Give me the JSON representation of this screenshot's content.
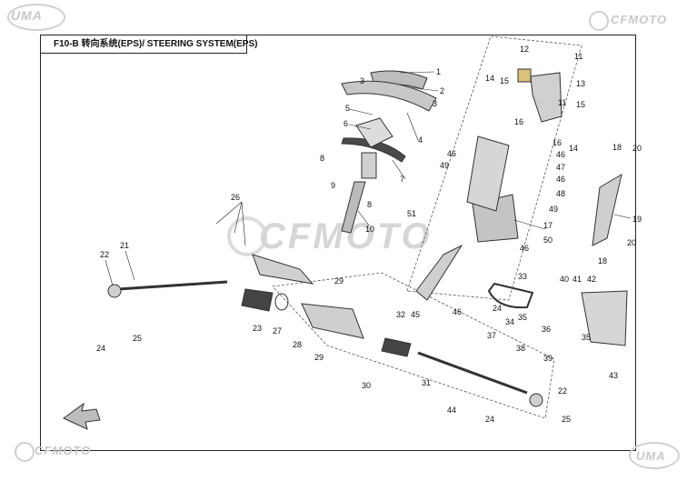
{
  "header": {
    "title": "F10-B 转向系统(EPS)/ STEERING SYSTEM(EPS)"
  },
  "branding": {
    "top_left": "UMA",
    "top_right": "CFMOTO",
    "bottom_left": "CFMOTO",
    "bottom_right": "UMA",
    "watermark": "CFMOTO"
  },
  "callouts": {
    "n1": "1",
    "n2": "2",
    "n3a": "3",
    "n3b": "3",
    "n4": "4",
    "n5": "5",
    "n6": "6",
    "n7": "7",
    "n8a": "8",
    "n8b": "8",
    "n9": "9",
    "n10": "10",
    "n11a": "11",
    "n11b": "11",
    "n12": "12",
    "n13": "13",
    "n14a": "14",
    "n14b": "14",
    "n15a": "15",
    "n15b": "15",
    "n16a": "16",
    "n16b": "16",
    "n17": "17",
    "n18a": "18",
    "n18b": "18",
    "n19": "19",
    "n20a": "20",
    "n20b": "20",
    "n21": "21",
    "n22a": "22",
    "n22b": "22",
    "n23": "23",
    "n24a": "24",
    "n24b": "24",
    "n24c": "24",
    "n25a": "25",
    "n25b": "25",
    "n26": "26",
    "n27": "27",
    "n28": "28",
    "n29a": "29",
    "n29b": "29",
    "n30": "30",
    "n31": "31",
    "n32": "32",
    "n33": "33",
    "n34": "34",
    "n35a": "35",
    "n35b": "35",
    "n36": "36",
    "n37": "37",
    "n38": "38",
    "n39": "39",
    "n40": "40",
    "n41": "41",
    "n42": "42",
    "n43": "43",
    "n44": "44",
    "n45": "45",
    "n46a": "46",
    "n46b": "46",
    "n46c": "46",
    "n46d": "46",
    "n46e": "46",
    "n47": "47",
    "n48": "48",
    "n49a": "49",
    "n49b": "49",
    "n50": "50",
    "n51": "51"
  }
}
